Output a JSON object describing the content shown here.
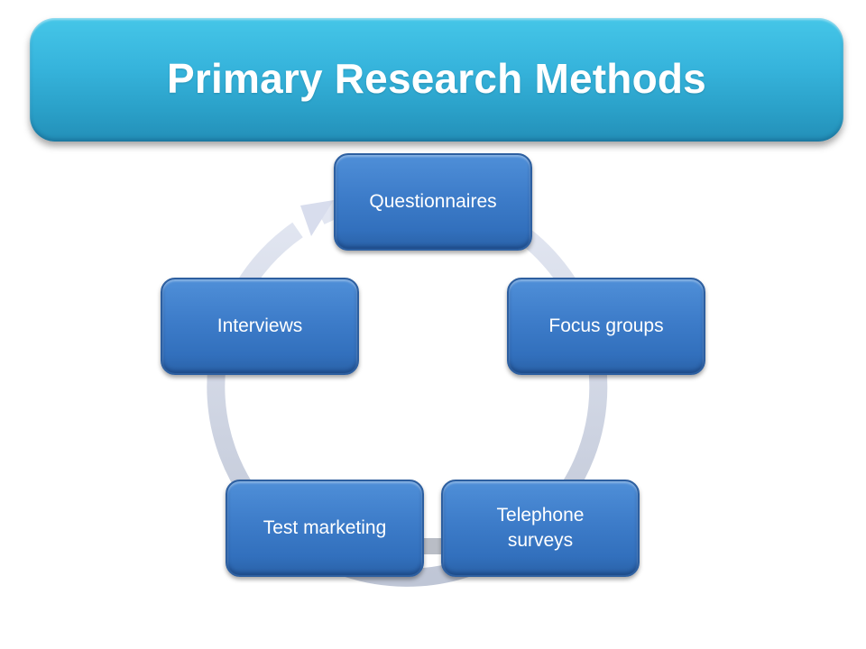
{
  "title": "Primary Research Methods",
  "colors": {
    "title_banner": "#36b4dc",
    "node_fill": "#3d7cc9",
    "node_border": "#2d5fa0",
    "cycle_arrow": "#d3d9e8",
    "text": "#ffffff"
  },
  "cycle": {
    "direction": "clockwise",
    "nodes": [
      {
        "id": "questionnaires",
        "label": "Questionnaires"
      },
      {
        "id": "focus-groups",
        "label": "Focus groups"
      },
      {
        "id": "telephone-surveys",
        "label": "Telephone surveys"
      },
      {
        "id": "test-marketing",
        "label": "Test marketing"
      },
      {
        "id": "interviews",
        "label": "Interviews"
      }
    ]
  }
}
